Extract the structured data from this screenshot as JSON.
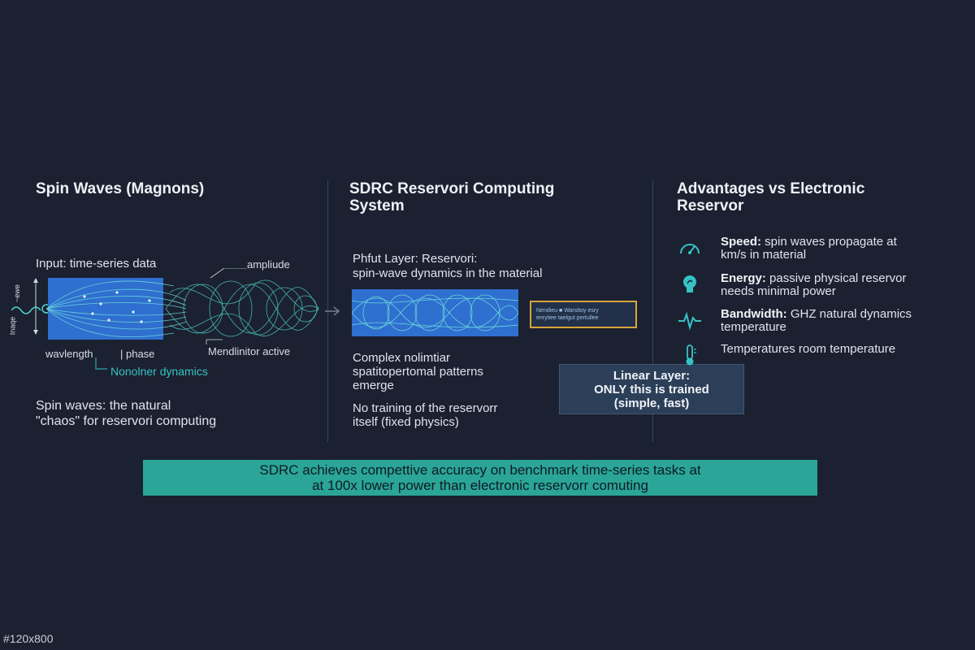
{
  "col1": {
    "title": "Spin Waves (Magnons)",
    "input_label": "Input: time-series data",
    "amplitude_label": "ampliude",
    "wavelength_label": "wavlength",
    "phase_label": "| phase",
    "nonlinear_active_label": "Mendlinitor active",
    "nonlinear_dynamics_label": "Nonolner dynamics",
    "side_label_left": "Inaqe",
    "side_label_arrow": "~ewe",
    "caption_line1": "Spin waves: the natural",
    "caption_line2": "\"chaos\" for reservori computing"
  },
  "col2": {
    "title_line1": "SDRC Reservori Computing",
    "title_line2": "System",
    "layer_title_line1": "Phfut Layer: Reservori:",
    "layer_title_line2": "spin-wave dynamics in the material",
    "chip_text_line1": "Nendieu ■ Warsttoy esry",
    "chip_text_line2": "enrytiee taelgut pertullee",
    "patterns_line1": "Complex nolimtiar",
    "patterns_line2": "spatitopertomal patterns",
    "patterns_line3": "emerge",
    "no_training_line1": "No training of the reservorr",
    "no_training_line2": "itself (fixed physics)",
    "linear_line1": "Linear Layer:",
    "linear_line2": "ONLY this is trained",
    "linear_line3": "(simple, fast)"
  },
  "col3": {
    "title_line1": "Advantages vs Electronic",
    "title_line2": "Reservor",
    "items": [
      {
        "icon": "speedometer-icon",
        "bold": "Speed:",
        "line1": " spin waves propagate at",
        "line2": "km/s in material"
      },
      {
        "icon": "lightbulb-icon",
        "bold": "Energy:",
        "line1": " passive physical reservor",
        "line2": "needs minimal power"
      },
      {
        "icon": "pulse-icon",
        "bold": "Bandwidth:",
        "line1": " GHZ natural dynamics",
        "line2": "temperature"
      },
      {
        "icon": "thermometer-icon",
        "bold": "",
        "line1": "Temperatures room temperature",
        "line2": ""
      }
    ]
  },
  "banner": {
    "line1": "SDRC achieves compettive accuracy on benchmark time-series tasks at",
    "line2": "at 100x lower power than electronic reservorr comuting"
  },
  "watermark": "#120x800",
  "colors": {
    "background": "#1b2130",
    "accent_teal": "#2aa597",
    "wave_cyan": "#4fd6d0",
    "panel_blue": "#2e6fd0",
    "chip_gold": "#d9a43a"
  }
}
